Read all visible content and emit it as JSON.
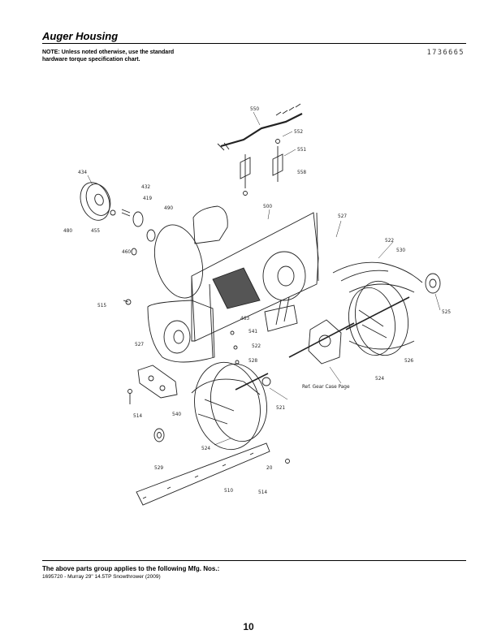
{
  "title": "Auger Housing",
  "note": "NOTE: Unless noted otherwise, use the standard hardware torque specification chart.",
  "doc_number": "1736665",
  "ref_gear_case": "Ref. Gear Case Page",
  "part_labels": [
    "550",
    "552",
    "551",
    "558",
    "434",
    "432",
    "419",
    "500",
    "490",
    "480",
    "455",
    "460",
    "527",
    "522",
    "530",
    "525",
    "515",
    "463",
    "527",
    "541",
    "522",
    "528",
    "526",
    "524",
    "521",
    "540",
    "514",
    "524",
    "529",
    "510",
    "20",
    "514"
  ],
  "footer": {
    "applies_label": "The above parts group applies to the following Mfg. Nos.:",
    "mfg_number": "1695720 - Murray 29\" 14.5TP Snowthrower (2009)"
  },
  "page_number": "10"
}
